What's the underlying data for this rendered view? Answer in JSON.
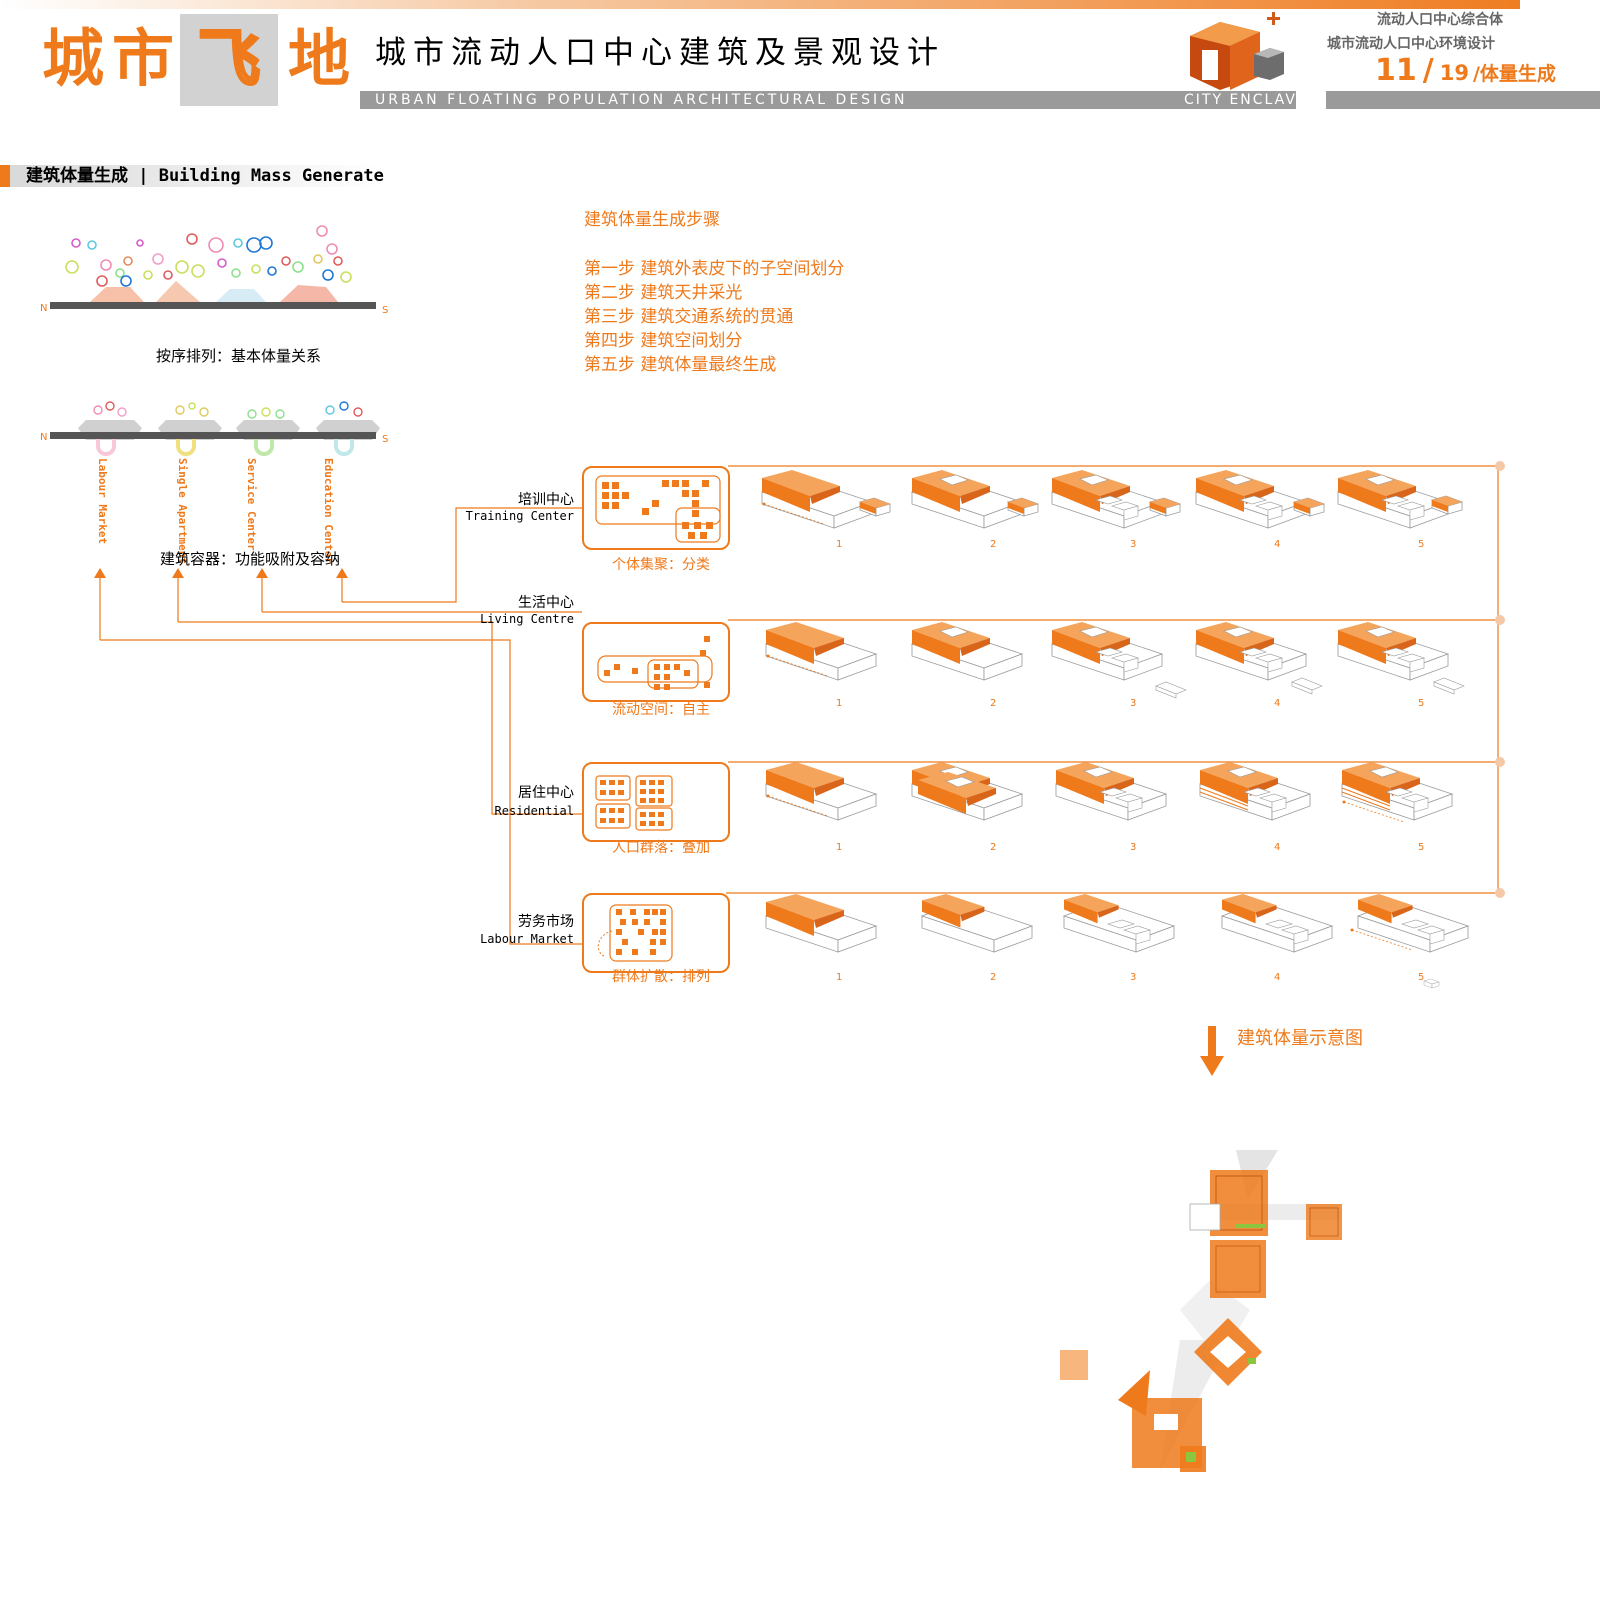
{
  "header": {
    "logo_chars": [
      "城",
      "市",
      "飞",
      "地"
    ],
    "title_cn": "城市流动人口中心建筑及景观设计",
    "title_en": "URBAN FLOATING  POPULATION ARCHITECTURAL DESIGN",
    "enclave_en": "CITY ENCLAVE",
    "right_line1": "流动人口中心综合体",
    "right_line2": "城市流动人口中心环境设计",
    "page_current": "11",
    "page_sep": "/",
    "page_total": "19",
    "page_topic": "/体量生成"
  },
  "section": {
    "title": "建筑体量生成 | Building Mass Generate"
  },
  "strip": {
    "north": "N",
    "south": "S",
    "caption_top": "按序排列：基本体量关系",
    "caption_bottom": "建筑容器：功能吸附及容纳",
    "functions": [
      "Labour Market",
      "Single Apartment",
      "Service Center",
      "Education Center"
    ]
  },
  "steps": {
    "title": "建筑体量生成步骤",
    "items": [
      "第一步 建筑外表皮下的子空间划分",
      "第二步 建筑天井采光",
      "第三步 建筑交通系统的贯通",
      "第四步 建筑空间划分",
      "第五步 建筑体量最终生成"
    ]
  },
  "rows": [
    {
      "name_cn": "培训中心",
      "name_en": "Training Center",
      "concept": "个体集聚：分类"
    },
    {
      "name_cn": "生活中心",
      "name_en": "Living Centre",
      "concept": "流动空间：自主"
    },
    {
      "name_cn": "居住中心",
      "name_en": "Residential",
      "concept": "人口群落：叠加"
    },
    {
      "name_cn": "劳务市场",
      "name_en": "Labour Market",
      "concept": "群体扩散：排列"
    }
  ],
  "step_numbers": [
    "1",
    "2",
    "3",
    "4",
    "5"
  ],
  "mass_diagram_label": "建筑体量示意图",
  "colors": {
    "accent": "#EE7A1C",
    "light_orange": "#F5A45C",
    "grey": "#9A9A9A",
    "green": "#8CC63F"
  }
}
